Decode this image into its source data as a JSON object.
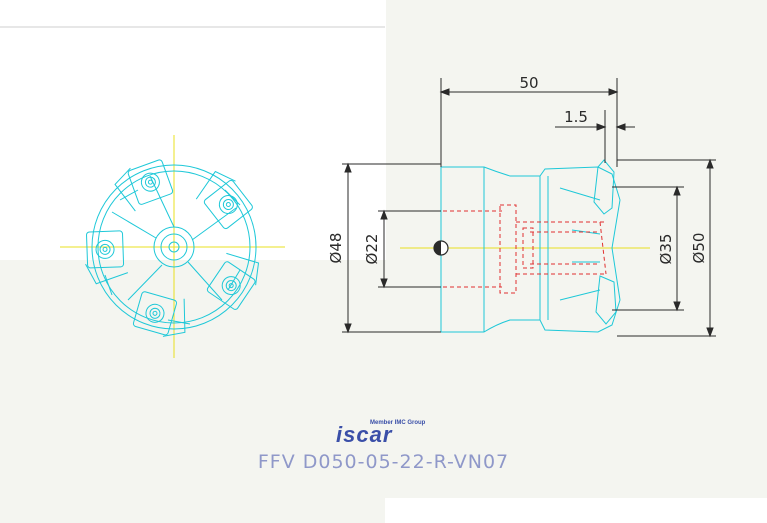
{
  "drawing": {
    "dimensions": {
      "length": "50",
      "offset": "1.5",
      "d48": "Ø48",
      "d22": "Ø22",
      "d35": "Ø35",
      "d50": "Ø50"
    },
    "logo": {
      "tagline": "Member IMC Group",
      "brand": "iscar"
    },
    "product_code": "FFV D050-05-22-R-VN07"
  },
  "colors": {
    "cutter": "#1ec8d8",
    "hidden": "#e03030",
    "centerline": "#e8e020",
    "dimension": "#2a2a2a",
    "brand": "#3a4fa8",
    "code": "#8f98c9"
  }
}
